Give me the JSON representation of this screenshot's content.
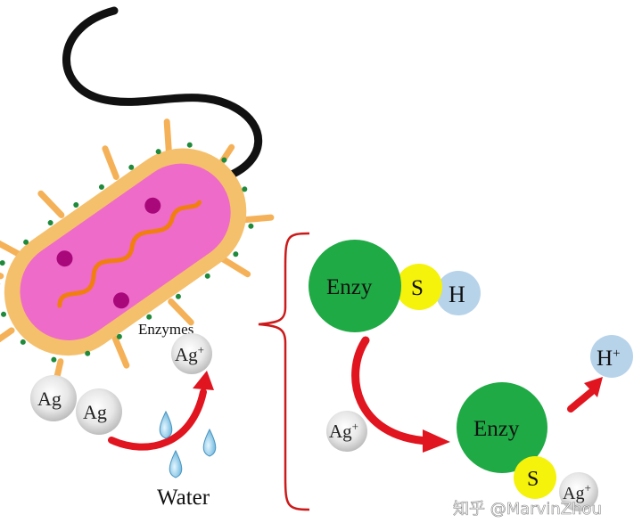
{
  "labels": {
    "enzymes": "Enzymes",
    "ag_plus": "Ag",
    "plus_sign": "+",
    "ag": "Ag",
    "water": "Water",
    "enzy": "Enzy",
    "s": "S",
    "h": "H",
    "h_plus": "H",
    "watermark": "知乎 @MarvinZhou"
  },
  "colors": {
    "bacterium_outer": "#f5c06b",
    "bacterium_inner": "#ee6bc9",
    "nucleoid": "#a8087a",
    "dna": "#f07f0f",
    "flagellum": "#111111",
    "surface_dots": "#1f8a3c",
    "pili": "#f5b157",
    "enzyme": "#1faa45",
    "sulfur": "#f5f20b",
    "hydrogen": "#b7d3ea",
    "arrow": "#e0151f",
    "bracket": "#cc1a1a",
    "water_drop": "#5aaed8"
  }
}
